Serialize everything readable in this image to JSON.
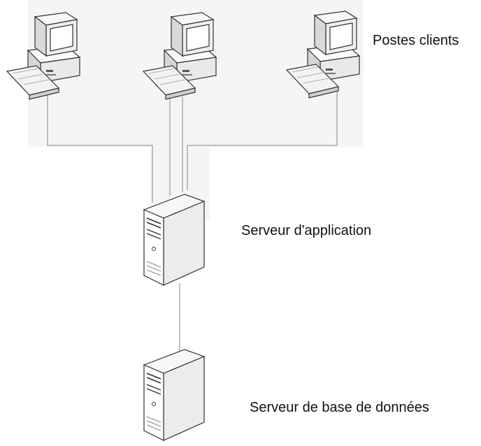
{
  "labels": {
    "clients": "Postes clients",
    "app_server": "Serveur d'application",
    "db_server": "Serveur de base de données"
  },
  "nodes": [
    {
      "id": "client-1",
      "kind": "workstation-icon"
    },
    {
      "id": "client-2",
      "kind": "workstation-icon"
    },
    {
      "id": "client-3",
      "kind": "workstation-icon"
    },
    {
      "id": "app-server",
      "kind": "server-tower-icon"
    },
    {
      "id": "db-server",
      "kind": "server-tower-icon"
    }
  ],
  "links": [
    {
      "from": "client-1",
      "to": "app-server"
    },
    {
      "from": "client-2",
      "to": "app-server"
    },
    {
      "from": "client-3",
      "to": "app-server"
    },
    {
      "from": "app-server",
      "to": "db-server"
    }
  ],
  "colors": {
    "line": "#9a9a9a",
    "panel": "#f5f5f5",
    "outline": "#3a3a3a"
  }
}
